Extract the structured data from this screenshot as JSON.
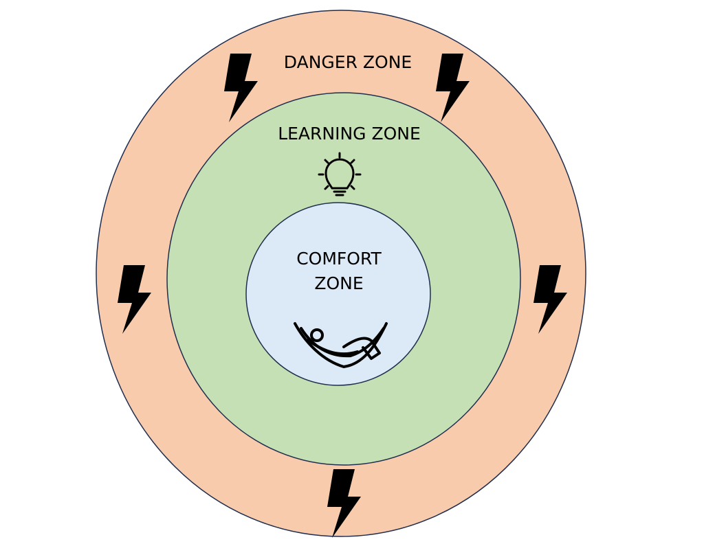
{
  "title": "Comfort, Learning and Danger Zones",
  "zones": {
    "danger": {
      "label": "DANGER ZONE",
      "fill": "#f8cbad"
    },
    "learning": {
      "label": "LEARNING ZONE",
      "fill": "#c5e0b4"
    },
    "comfort": {
      "label_line1": "COMFORT",
      "label_line2": "ZONE",
      "fill": "#dce9f7"
    }
  },
  "stroke_color": "#1f2d4e",
  "icons": [
    "lightning-bolt-icon",
    "lightbulb-icon",
    "hammock-icon"
  ]
}
